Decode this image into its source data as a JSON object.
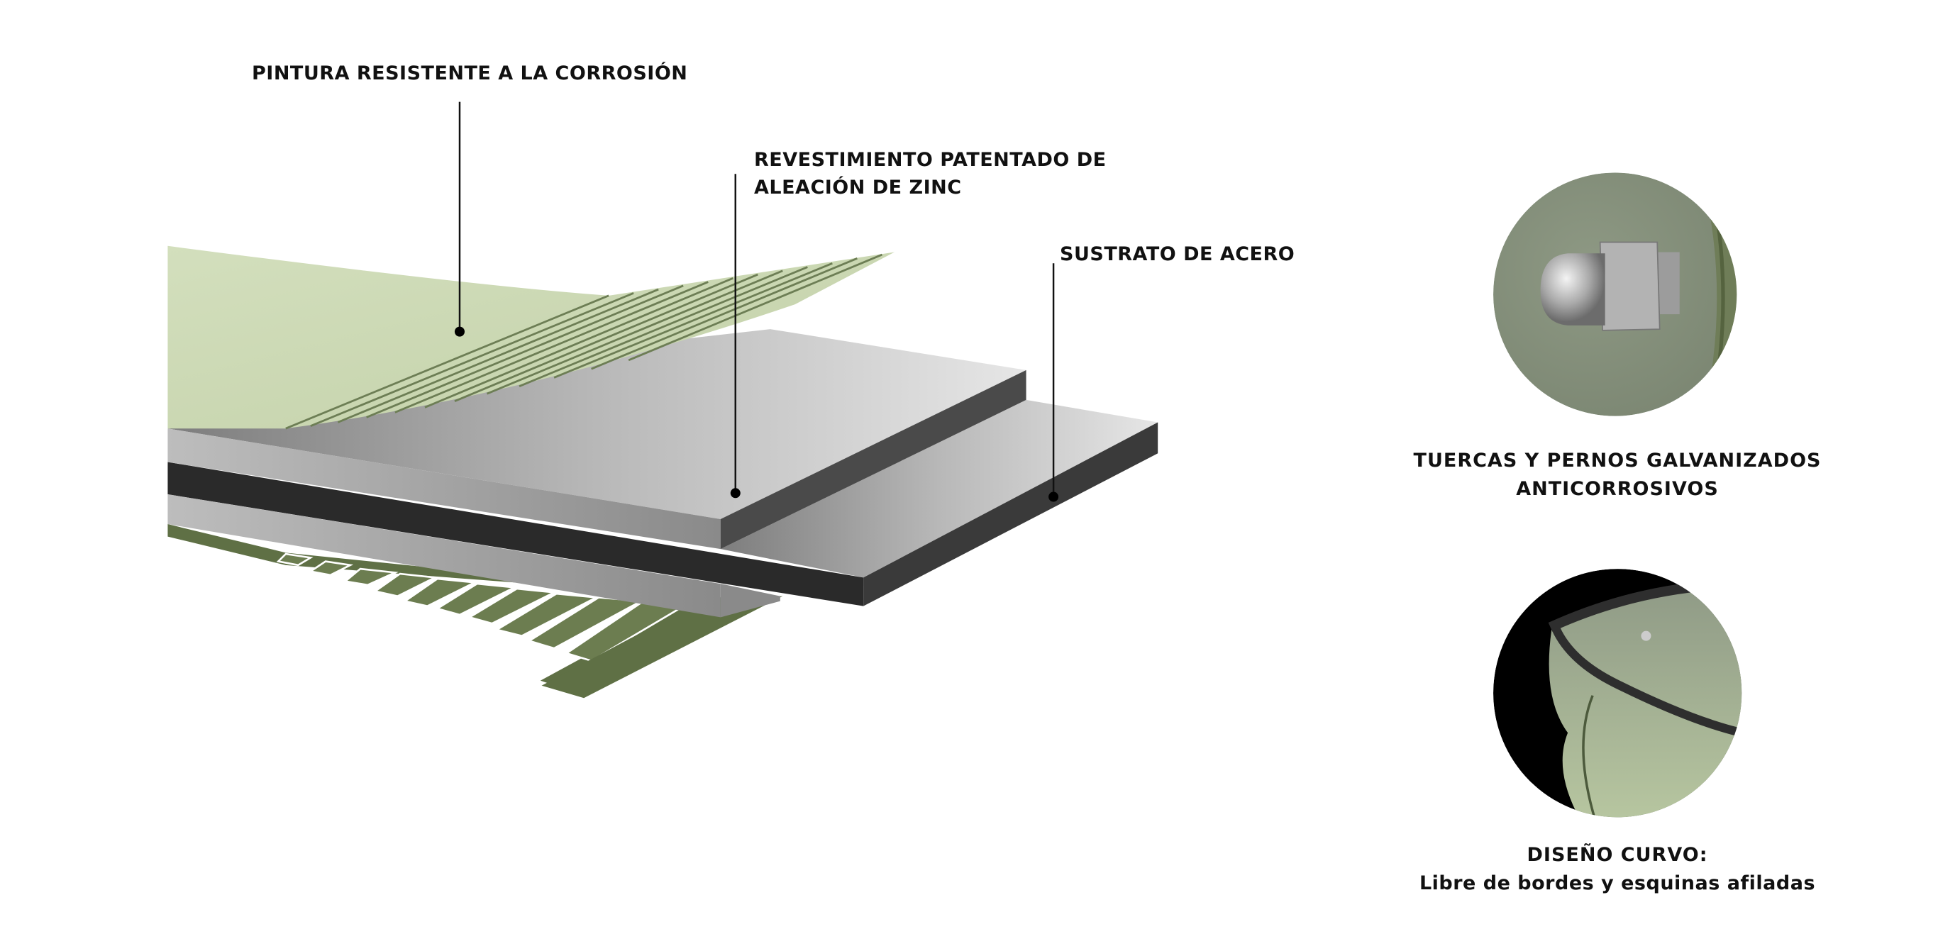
{
  "layers": [
    {
      "label": "PINTURA RESISTENTE A LA CORROSIÓN"
    },
    {
      "label_line1": "REVESTIMIENTO PATENTADO DE",
      "label_line2": "ALEACIÓN DE ZINC"
    },
    {
      "label": "SUSTRATO DE ACERO"
    }
  ],
  "features": [
    {
      "title_line1": "TUERCAS Y PERNOS GALVANIZADOS",
      "title_line2": "ANTICORROSIVOS"
    },
    {
      "title": "DISEÑO CURVO:",
      "subtitle": "Libre de bordes y esquinas afiladas"
    }
  ],
  "colors": {
    "paint_green": "#d6e2c2",
    "dark_green": "#5f7045",
    "steel": "#a8a8a8",
    "dark_steel": "#2a2a2a"
  }
}
